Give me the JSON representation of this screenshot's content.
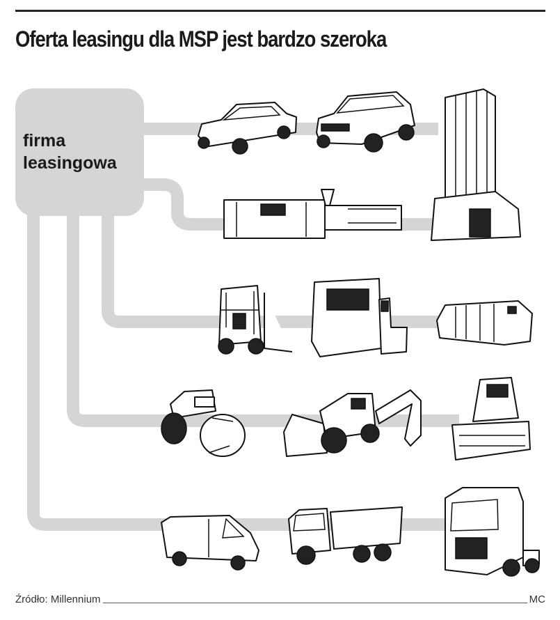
{
  "title": "Oferta leasingu dla MSP jest bardzo szeroka",
  "box_label": "firma leasingowa",
  "footer": {
    "source": "Źródło: Millennium",
    "author": "MC"
  },
  "colors": {
    "pipe": "#d4d5d7",
    "ink": "#1a1a1a"
  },
  "rows": [
    {
      "items": [
        "car-icon",
        "suv-icon",
        "office-building-icon"
      ]
    },
    {
      "items": [
        "injection-molding-machine-icon"
      ]
    },
    {
      "items": [
        "forklift-icon",
        "cnc-machine-icon",
        "printing-press-icon"
      ]
    },
    {
      "items": [
        "road-roller-icon",
        "backhoe-loader-icon",
        "bulldozer-icon"
      ]
    },
    {
      "items": [
        "delivery-van-icon",
        "dump-truck-icon",
        "semi-truck-icon"
      ]
    }
  ]
}
